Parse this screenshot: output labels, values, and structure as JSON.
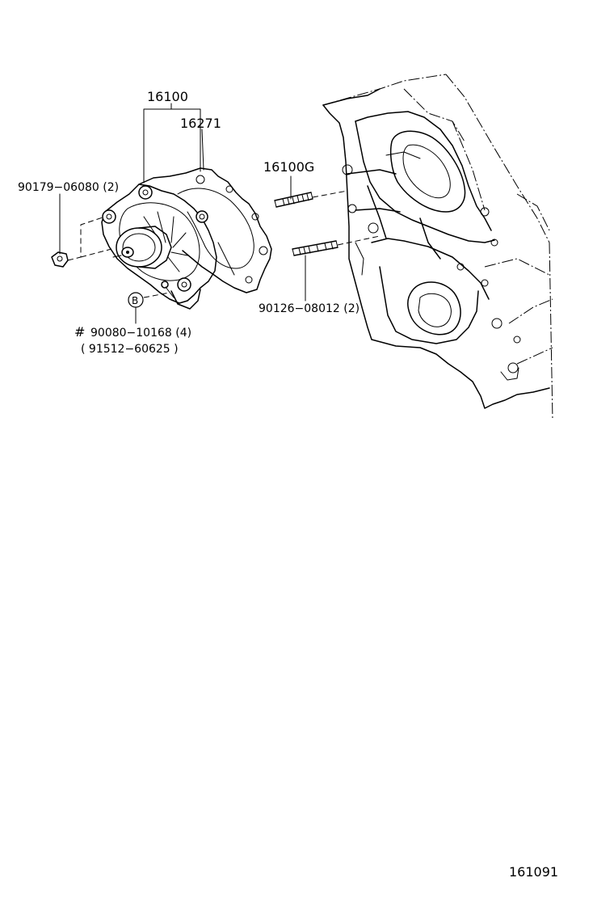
{
  "labels": {
    "water_pump": "16100",
    "gasket": "16271",
    "stud_kit": "16100G",
    "nut": "90179−06080 (2)",
    "stud": "90126−08012 (2)",
    "bolt_prefix": "#",
    "bolt": "90080−10168 (4)",
    "bolt_alt": "( 91512−60625 )",
    "bolt_marker": "B",
    "diagram_ref": "161091"
  }
}
